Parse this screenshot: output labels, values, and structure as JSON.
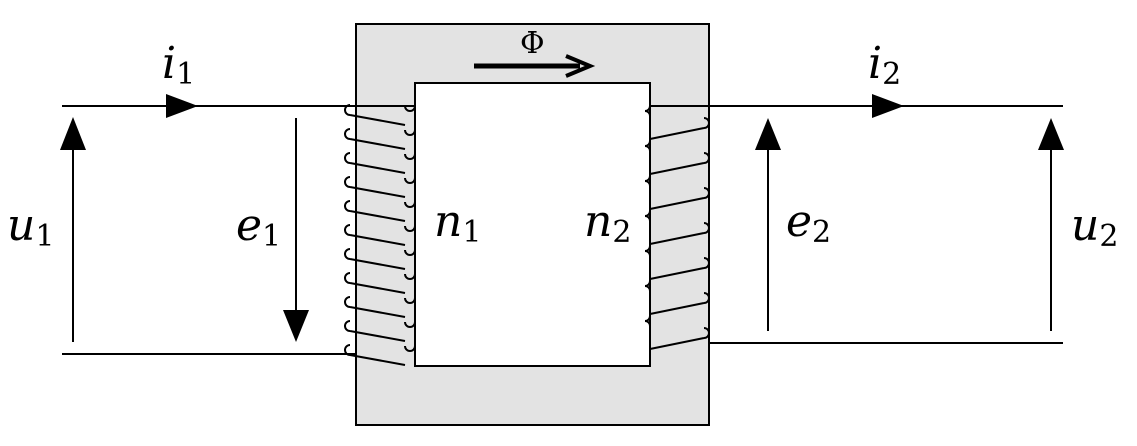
{
  "labels": {
    "i1": {
      "main": "i",
      "sub": "1"
    },
    "i2": {
      "main": "i",
      "sub": "2"
    },
    "u1": {
      "main": "u",
      "sub": "1"
    },
    "u2": {
      "main": "u",
      "sub": "2"
    },
    "e1": {
      "main": "e",
      "sub": "1"
    },
    "e2": {
      "main": "e",
      "sub": "2"
    },
    "n1": {
      "main": "n",
      "sub": "1"
    },
    "n2": {
      "main": "n",
      "sub": "2"
    },
    "flux": "Φ"
  },
  "colors": {
    "core": "#e3e3e3",
    "line": "#000000",
    "background": "#ffffff"
  },
  "coils": {
    "primary_turns": 11,
    "secondary_turns": 7
  }
}
